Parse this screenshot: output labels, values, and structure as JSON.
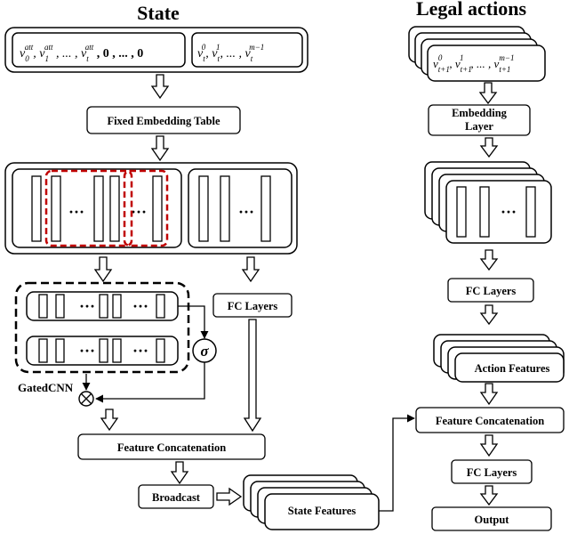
{
  "titles": {
    "state": "State",
    "legal_actions": "Legal actions"
  },
  "state_vector": {
    "att_part": [
      "v",
      "0",
      "att",
      ", v",
      "1",
      "att",
      " , ... , v",
      "t",
      "att",
      " , 0 , ... , 0"
    ],
    "time_part": [
      "v",
      "t",
      "0",
      ", v",
      "t",
      "1",
      ", ... , v",
      "t",
      "m−1"
    ]
  },
  "action_vector": [
    "v",
    "t+1",
    "0",
    ", v",
    "t+1",
    "1",
    ", ... , v",
    "t+1",
    "m−1"
  ],
  "labels": {
    "fixed_embedding": "Fixed Embedding Table",
    "gated_cnn": "GatedCNN",
    "fc_layers_state": "FC Layers",
    "feature_concat_state": "Feature Concatenation",
    "broadcast": "Broadcast",
    "state_features": "State Features",
    "embedding_layer_1": "Embedding",
    "embedding_layer_2": "Layer",
    "fc_layers_action_1": "FC Layers",
    "action_features": "Action Features",
    "feature_concat_main": "Feature Concatenation",
    "fc_layers_action_2": "FC Layers",
    "output": "Output",
    "sigma": "σ",
    "ellipsis": "···"
  }
}
